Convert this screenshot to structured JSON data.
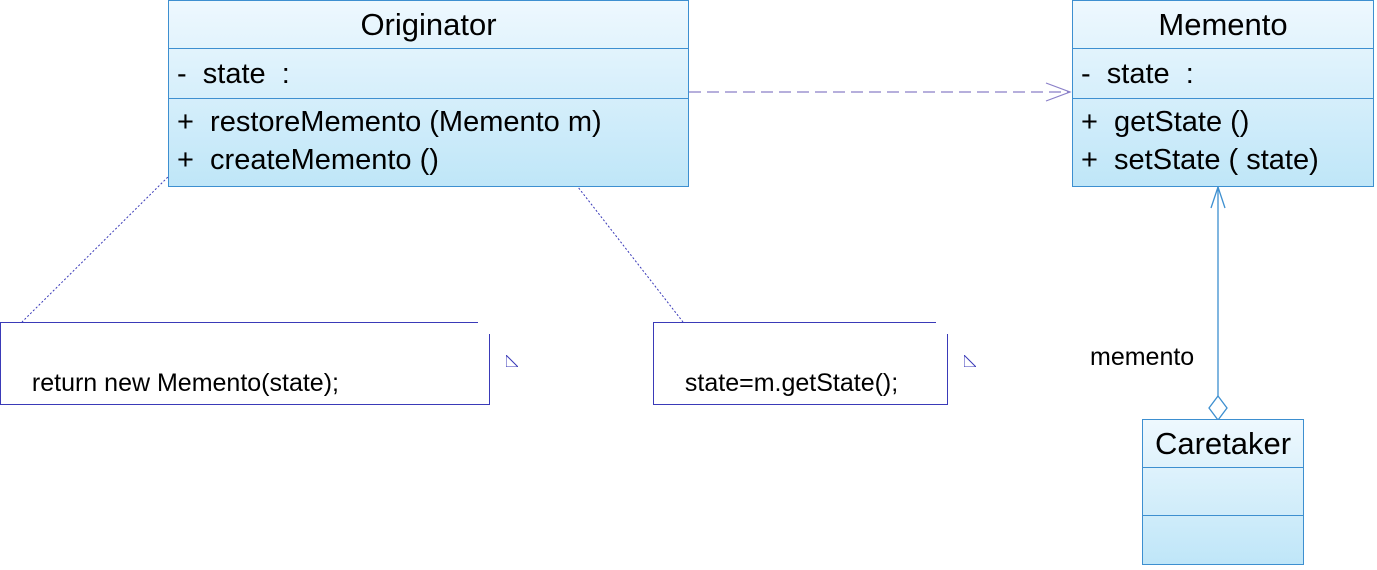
{
  "originator": {
    "name": "Originator",
    "attributes": [
      "-  state  :"
    ],
    "operations": [
      "+  restoreMemento (Memento m)",
      "+  createMemento ()"
    ]
  },
  "memento": {
    "name": "Memento",
    "attributes": [
      "-  state  :"
    ],
    "operations": [
      "+  getState ()",
      "+  setState ( state)"
    ]
  },
  "caretaker": {
    "name": "Caretaker"
  },
  "notes": {
    "create": "return new Memento(state);",
    "restore": "state=m.getState();"
  },
  "association": {
    "role_label": "memento"
  },
  "colors": {
    "class_border": "#3d8fd0",
    "class_fill_top": "#eef8fe",
    "class_fill_bottom": "#bfe6f8",
    "note_border": "#3a3ab8",
    "dependency_line": "#8a7fc8",
    "association_line": "#3d8fd0"
  }
}
